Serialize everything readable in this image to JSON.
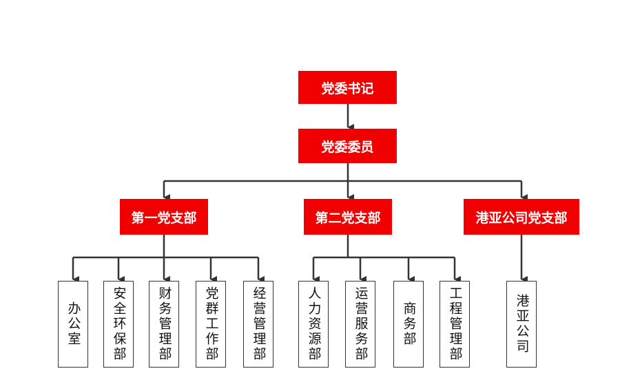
{
  "chart": {
    "secretary": "党委书记",
    "committee": "党委委员",
    "branches": [
      {
        "name": "第一党支部",
        "departments": [
          "办公室",
          "安全环保部",
          "财务管理部",
          "党群工作部",
          "经营管理部"
        ]
      },
      {
        "name": "第二党支部",
        "departments": [
          "人力资源部",
          "运营服务部",
          "商务部",
          "工程管理部"
        ]
      },
      {
        "name": "港亚公司党支部",
        "departments": [
          "港亚公司"
        ]
      }
    ]
  },
  "colors": {
    "box_fill": "#f00000",
    "box_text": "#ffffff",
    "line": "#333333",
    "dept_border": "#333333"
  }
}
